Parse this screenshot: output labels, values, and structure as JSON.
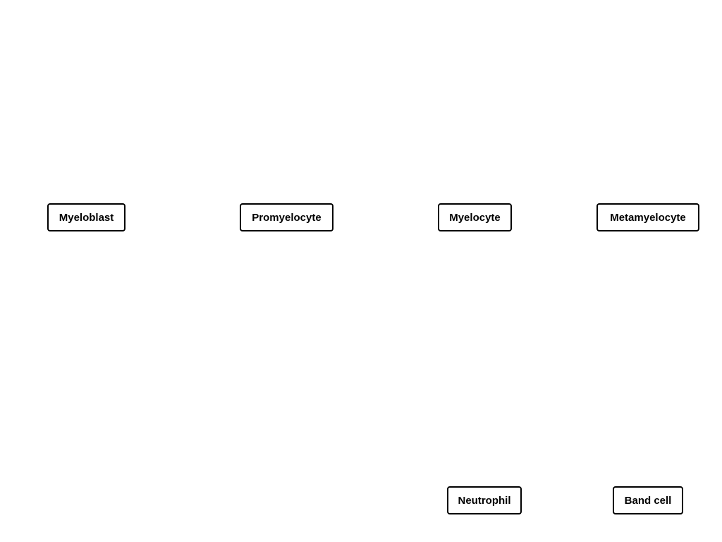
{
  "diagram": {
    "nodes": [
      {
        "id": "myeloblast",
        "label": "Myeloblast"
      },
      {
        "id": "promyelocyte",
        "label": "Promyelocyte"
      },
      {
        "id": "myelocyte",
        "label": "Myelocyte"
      },
      {
        "id": "metamyelocyte",
        "label": "Metamyelocyte"
      },
      {
        "id": "neutrophil",
        "label": "Neutrophil"
      },
      {
        "id": "band-cell",
        "label": "Band cell"
      }
    ],
    "colors": {
      "border": "#000000",
      "text": "#000000",
      "background": "#ffffff"
    }
  }
}
